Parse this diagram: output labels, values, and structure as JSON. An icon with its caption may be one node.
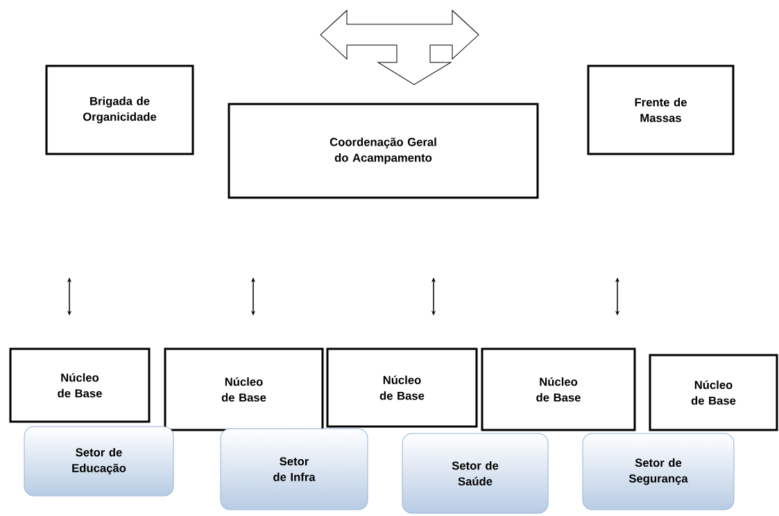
{
  "diagram": {
    "nodes": [
      {
        "text": [
          "Brigada de Organicidade"
        ]
      },
      {
        "text": [
          "Frente de Massas"
        ]
      },
      {
        "text": [
          "Coordenação Geral do Acampamento"
        ]
      },
      {
        "text": [
          "Núcleo de Base"
        ]
      },
      {
        "text": [
          "Núcleo de Base"
        ]
      },
      {
        "text": [
          "Núcleo de Base"
        ]
      },
      {
        "text": [
          "Núcleo de Base"
        ]
      },
      {
        "text": [
          "Núcleo de Base"
        ]
      },
      {
        "text": [
          "Setor de Educação"
        ]
      },
      {
        "text": [
          "Setor de Infra"
        ]
      },
      {
        "text": [
          "Setor de Saúde"
        ]
      },
      {
        "text": [
          "Setor de Segurança"
        ]
      }
    ]
  }
}
